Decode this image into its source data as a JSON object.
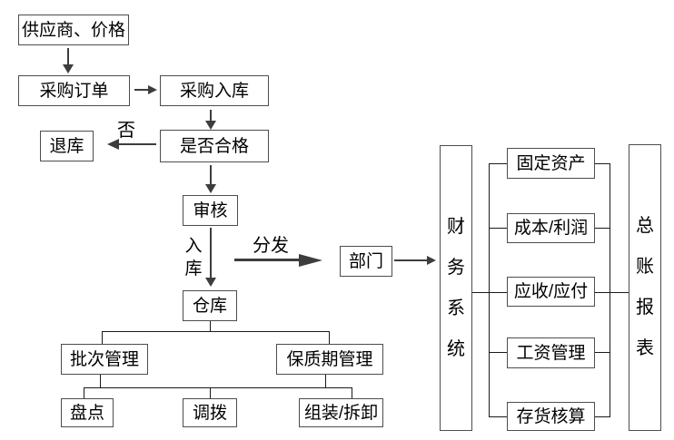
{
  "nodes": {
    "supplier_price": "供应商、价格",
    "purchase_order": "采购订单",
    "purchase_inbound": "采购入库",
    "return_store": "退库",
    "qualified_check": "是否合格",
    "audit": "审核",
    "department": "部门",
    "warehouse": "仓库",
    "batch_mgmt": "批次管理",
    "shelf_life_mgmt": "保质期管理",
    "stocktake": "盘点",
    "transfer": "调拨",
    "assembly_disassembly": "组装/拆卸",
    "finance_system": "财务系统",
    "fixed_assets": "固定资产",
    "cost_profit": "成本/利润",
    "receivable_payable": "应收/应付",
    "salary_mgmt": "工资管理",
    "inventory_accounting": "存货核算",
    "ledger_report": "总账报表"
  },
  "edge_labels": {
    "no": "否",
    "inbound": "入库",
    "distribute": "分发"
  },
  "colors": {
    "background": "#ffffff",
    "box_border": "#4d4d4d",
    "text": "#000000",
    "line": "#1a1a1a",
    "arrow": "#3d3d3d"
  }
}
